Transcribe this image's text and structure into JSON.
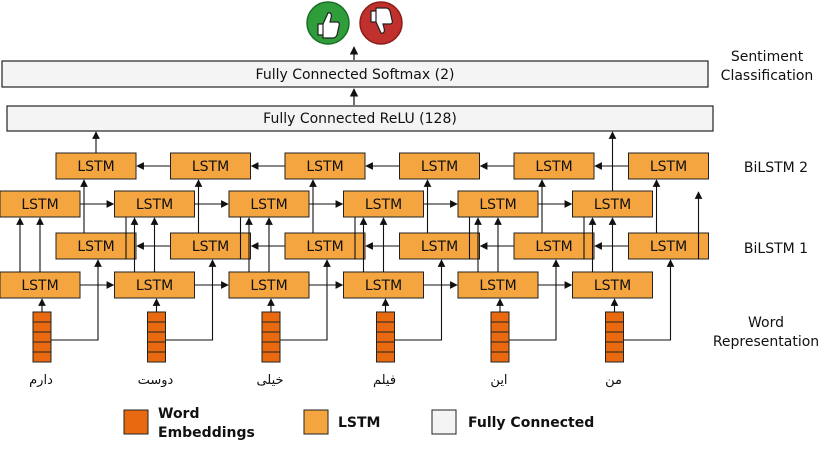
{
  "outputs": {
    "positive_icon": "thumbs-up-icon",
    "negative_icon": "thumbs-down-icon",
    "positive_color": "#2e9d3a",
    "negative_color": "#c0302c"
  },
  "layers": {
    "softmax_label": "Fully Connected Softmax (2)",
    "relu_label": "Fully Connected ReLU (128)",
    "lstm_label": "LSTM"
  },
  "side_labels": {
    "sentiment": [
      "Sentiment",
      "Classification"
    ],
    "bilstm2": "BiLSTM 2",
    "bilstm1": "BiLSTM 1",
    "word_repr": [
      "Word",
      "Representation"
    ]
  },
  "words": [
    "دارم",
    "دوست",
    "خیلی",
    "فیلم",
    "این",
    "من"
  ],
  "legend": {
    "embeddings": [
      "Word",
      "Embeddings"
    ],
    "lstm": "LSTM",
    "fully_connected": "Fully Connected"
  },
  "colors": {
    "lstm_fill": "#f4a53f",
    "embedding_fill": "#e8690f",
    "fc_fill": "#f4f4f4",
    "stroke": "#222222"
  }
}
